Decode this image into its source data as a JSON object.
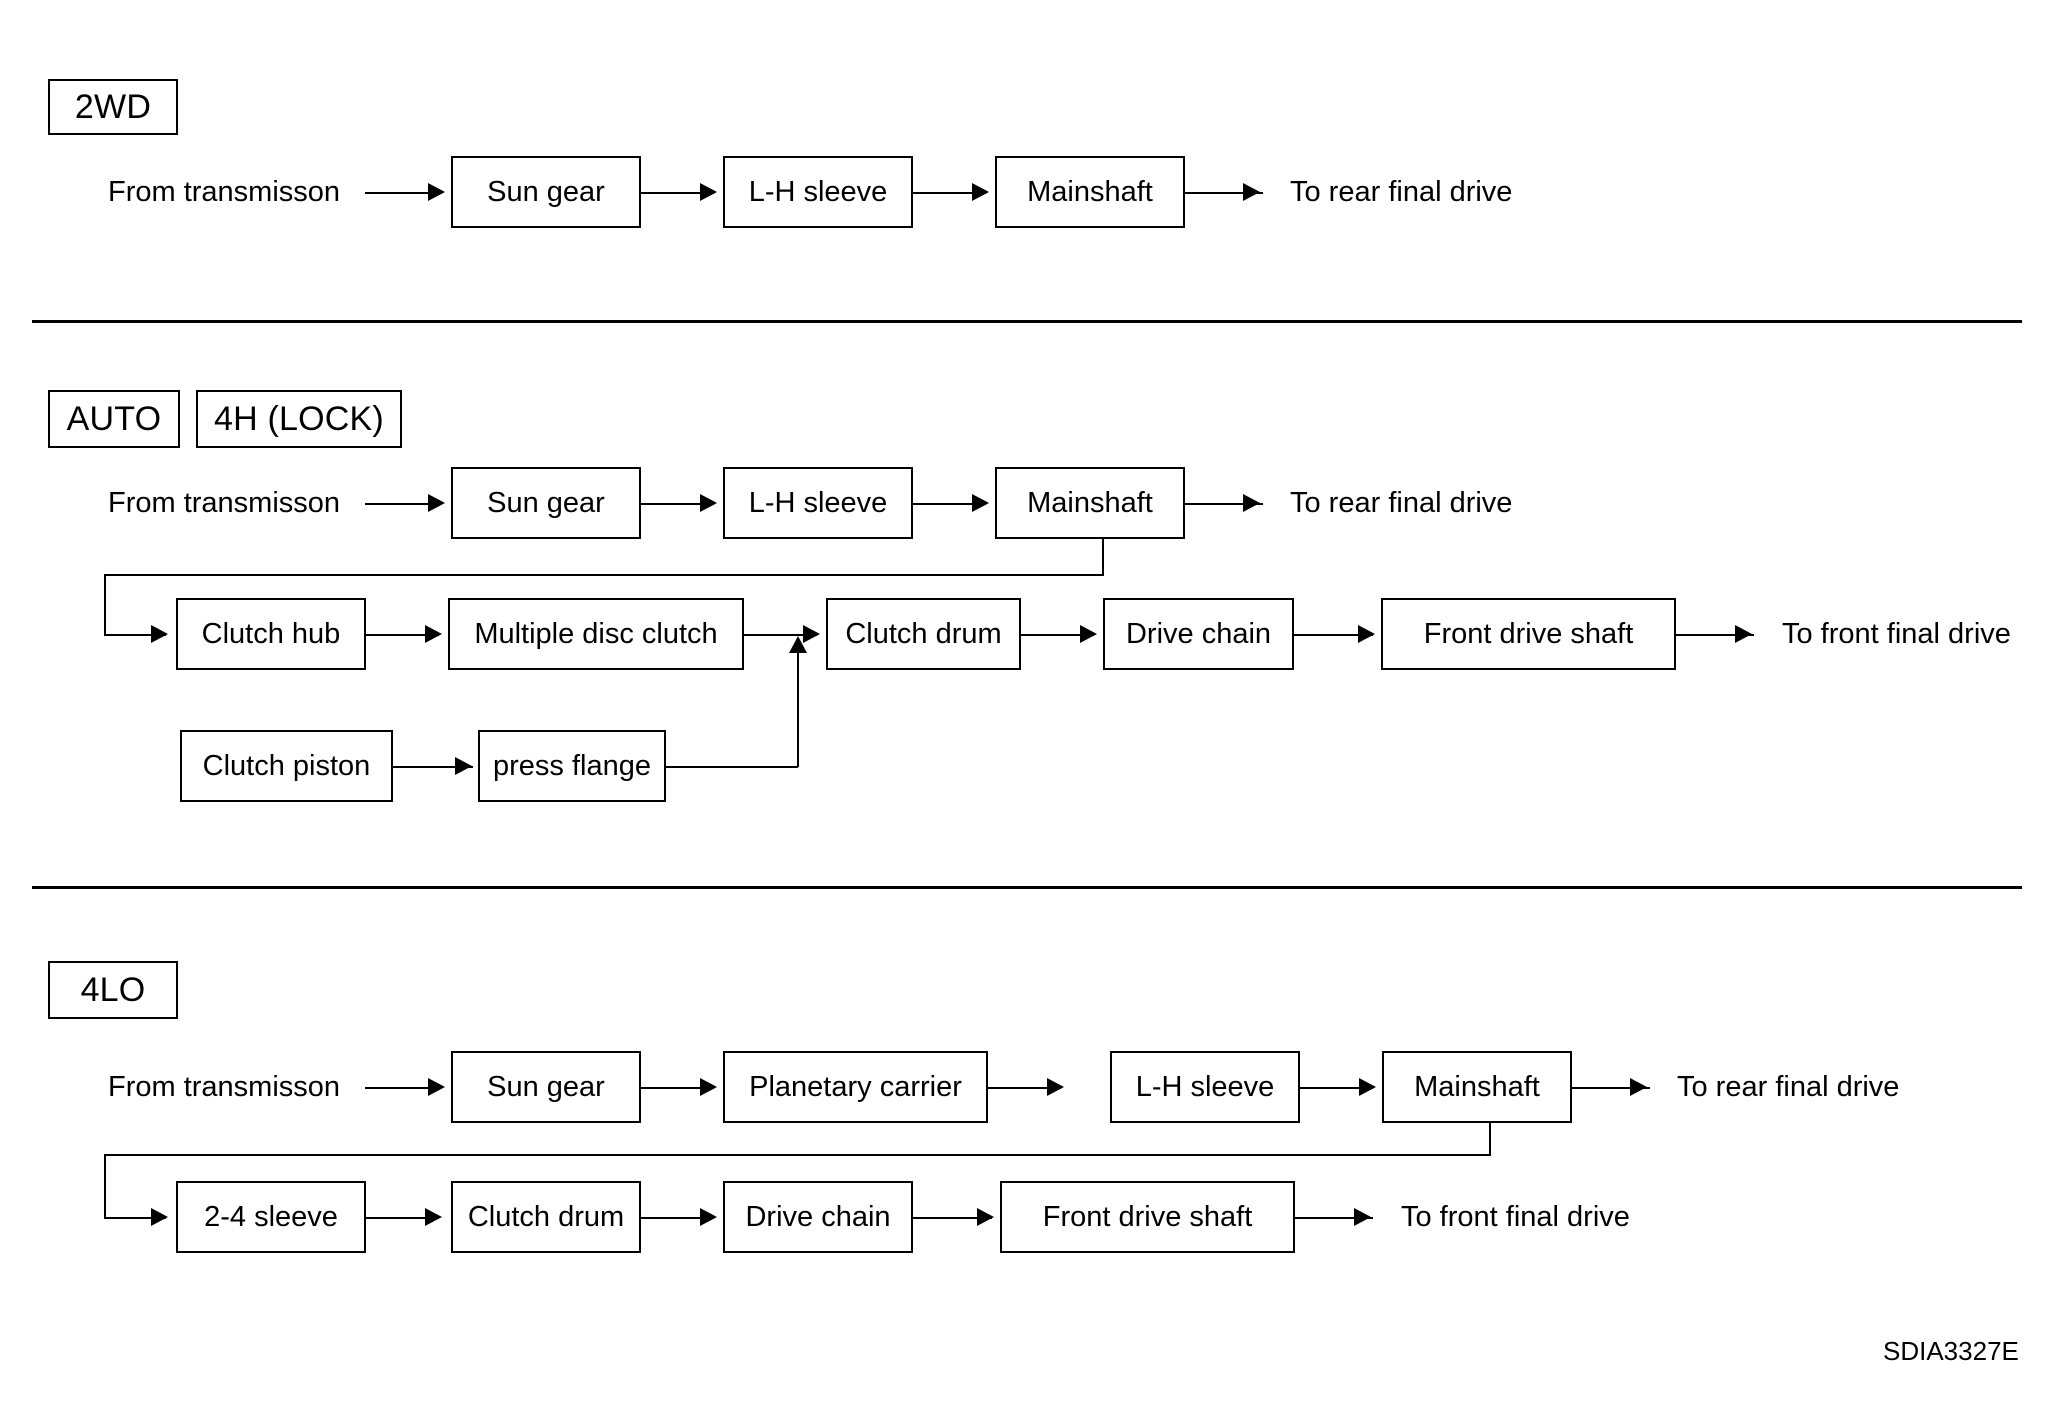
{
  "figure": {
    "reference_code": "SDIA3327E",
    "line_color": "#000000",
    "background_color": "#ffffff"
  },
  "sections": [
    {
      "id": "2wd",
      "mode_labels": [
        "2WD"
      ],
      "rows": [
        {
          "id": "2wd-rear-path",
          "terminals": {
            "input": "From transmisson",
            "output": "To rear final drive"
          },
          "nodes": [
            "Sun gear",
            "L-H sleeve",
            "Mainshaft"
          ]
        }
      ]
    },
    {
      "id": "auto-4h-lock",
      "mode_labels": [
        "AUTO",
        "4H (LOCK)"
      ],
      "rows": [
        {
          "id": "auto-rear-path",
          "terminals": {
            "input": "From transmisson",
            "output": "To rear final drive"
          },
          "nodes": [
            "Sun gear",
            "L-H sleeve",
            "Mainshaft"
          ]
        },
        {
          "id": "auto-front-path",
          "terminals": {
            "output": "To front final drive"
          },
          "nodes": [
            "Clutch hub",
            "Multiple disc clutch",
            "Clutch drum",
            "Drive chain",
            "Front drive shaft"
          ]
        },
        {
          "id": "auto-piston-path",
          "nodes": [
            "Clutch piston",
            "press flange"
          ]
        }
      ]
    },
    {
      "id": "4lo",
      "mode_labels": [
        "4LO"
      ],
      "rows": [
        {
          "id": "4lo-rear-path",
          "terminals": {
            "input": "From transmisson",
            "output": "To rear final drive"
          },
          "nodes": [
            "Sun gear",
            "Planetary carrier",
            "L-H sleeve",
            "Mainshaft"
          ]
        },
        {
          "id": "4lo-front-path",
          "terminals": {
            "output": "To front final drive"
          },
          "nodes": [
            "2-4 sleeve",
            "Clutch drum",
            "Drive chain",
            "Front drive shaft"
          ]
        }
      ]
    }
  ]
}
